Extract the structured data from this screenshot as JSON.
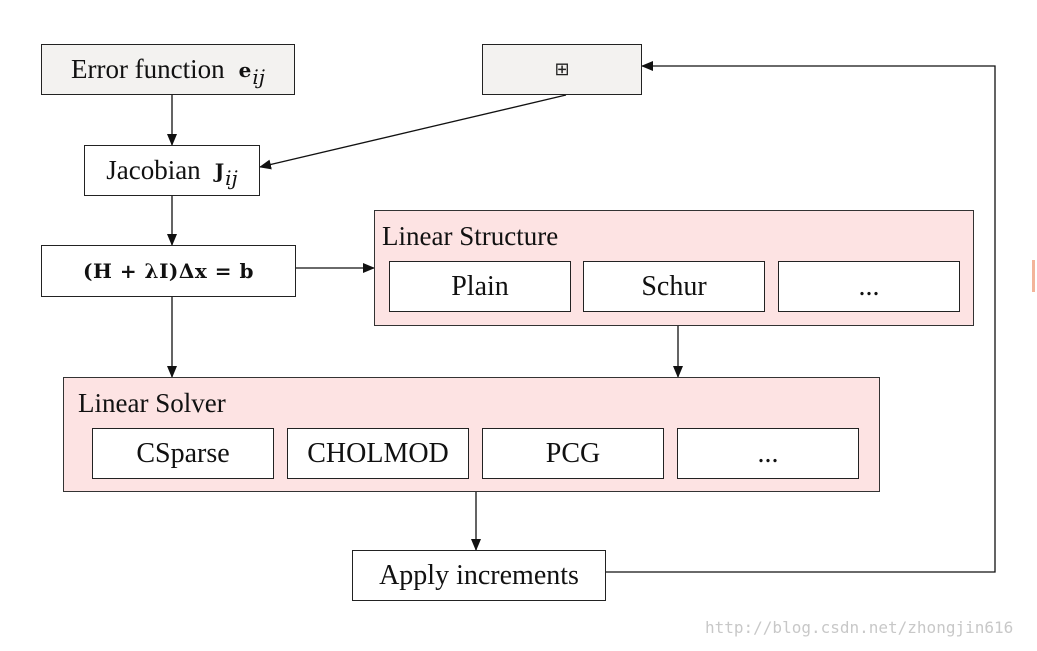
{
  "diagram": {
    "error_function": {
      "label": "Error function",
      "symbol": "e",
      "subscript": "ij"
    },
    "placeholder_box": {
      "icon": "boxed-plus-icon",
      "glyph": "⊞"
    },
    "jacobian": {
      "label": "Jacobian",
      "symbol": "J",
      "subscript": "ij"
    },
    "equation": {
      "text": "(H + λI)Δx = b"
    },
    "linear_structure": {
      "title": "Linear Structure",
      "items": [
        "Plain",
        "Schur",
        "..."
      ]
    },
    "linear_solver": {
      "title": "Linear Solver",
      "items": [
        "CSparse",
        "CHOLMOD",
        "PCG",
        "..."
      ]
    },
    "apply_increments": {
      "label": "Apply increments"
    }
  },
  "watermark": {
    "text": "http://blog.csdn.net/zhongjin616"
  },
  "colors": {
    "panel_fill": "#fde3e3",
    "gray_box_fill": "#f3f2f0",
    "line": "#111111",
    "watermark": "#c8c8c8"
  }
}
